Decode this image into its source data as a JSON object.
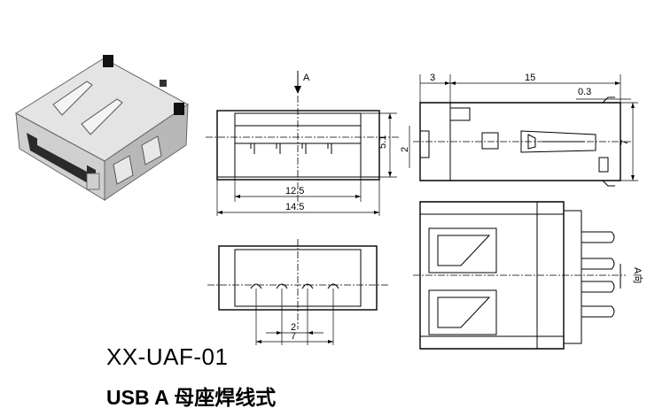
{
  "title": {
    "part_number": "XX-UAF-01",
    "description": "USB A 母座焊线式"
  },
  "front_view": {
    "width_inner": "12.5",
    "width_outer": "14.5",
    "height_inner": "5.1",
    "offset": "2",
    "view_arrow_label": "A"
  },
  "side_view": {
    "dim_left": "3",
    "dim_length": "15",
    "dim_small": "0.3",
    "dim_height": "7"
  },
  "bottom_view": {
    "dim_pitch": "2",
    "dim_span": "7"
  },
  "top_view": {
    "view_direction_label": "A向"
  }
}
